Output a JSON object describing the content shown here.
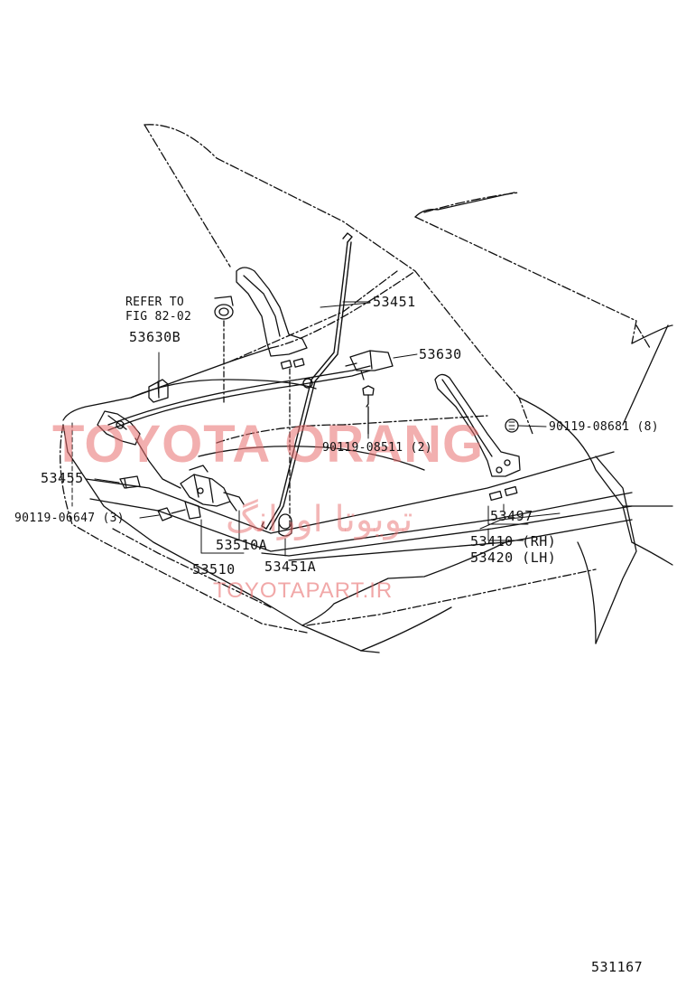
{
  "labels": {
    "refer_to": "REFER TO",
    "fig_ref": "FIG 82-02",
    "p53630B": "53630B",
    "p53451": "53451",
    "p53630": "53630",
    "p90119_08681": "90119-08681 (8)",
    "p90119_08511": "90119-08511 (2)",
    "p53455": "53455",
    "p90119_06647": "90119-06647 (3)",
    "p53497": "53497",
    "p53410": "53410 (RH)",
    "p53420": "53420 (LH)",
    "p53510A": "53510A",
    "p53510": "53510",
    "p53451A": "53451A",
    "diagram_no": "531167"
  },
  "watermark": {
    "brand": "TOYOTA ORANG",
    "site": "TOYOTAPART.IR",
    "farsi": "تویوتا اورانگ"
  },
  "colors": {
    "line": "#111111",
    "watermark": "#e86e6e"
  }
}
